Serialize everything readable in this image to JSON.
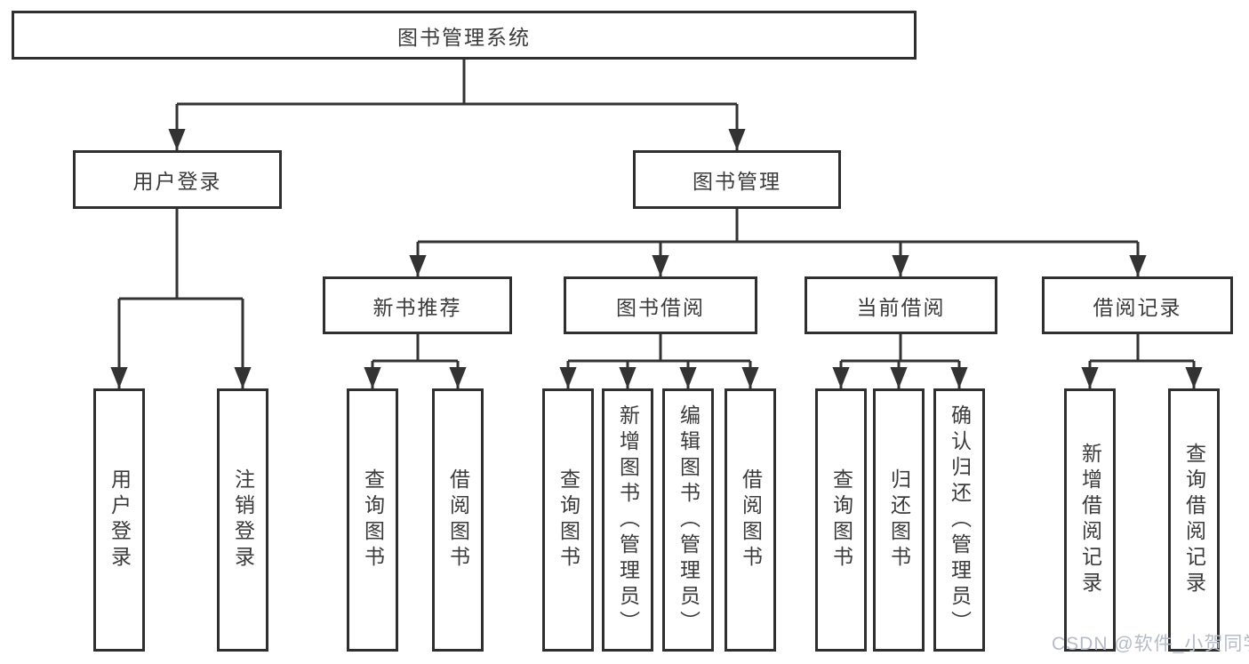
{
  "diagram": {
    "root": "图书管理系统",
    "level2": {
      "user_login": "用户登录",
      "book_mgmt": "图书管理"
    },
    "level3": {
      "new_rec": "新书推荐",
      "borrow": "图书借阅",
      "current": "当前借阅",
      "records": "借阅记录"
    },
    "leaves": {
      "user_login_1": "用户登录",
      "user_login_2": "注销登录",
      "new_rec_1": "查询图书",
      "new_rec_2": "借阅图书",
      "borrow_1": "查询图书",
      "borrow_2": "新增图书（管理员）",
      "borrow_3": "编辑图书（管理员）",
      "borrow_4": "借阅图书",
      "current_1": "查询图书",
      "current_2": "归还图书",
      "current_3": "确认归还（管理员）",
      "records_1": "新增借阅记录",
      "records_2": "查询借阅记录"
    }
  },
  "watermark": "CSDN @软件_小贺同学",
  "colors": {
    "line": "#333333",
    "box_border": "#2f2f2f",
    "text": "#3b3b3b",
    "watermark": "#b5bbc7",
    "background": "#ffffff"
  }
}
